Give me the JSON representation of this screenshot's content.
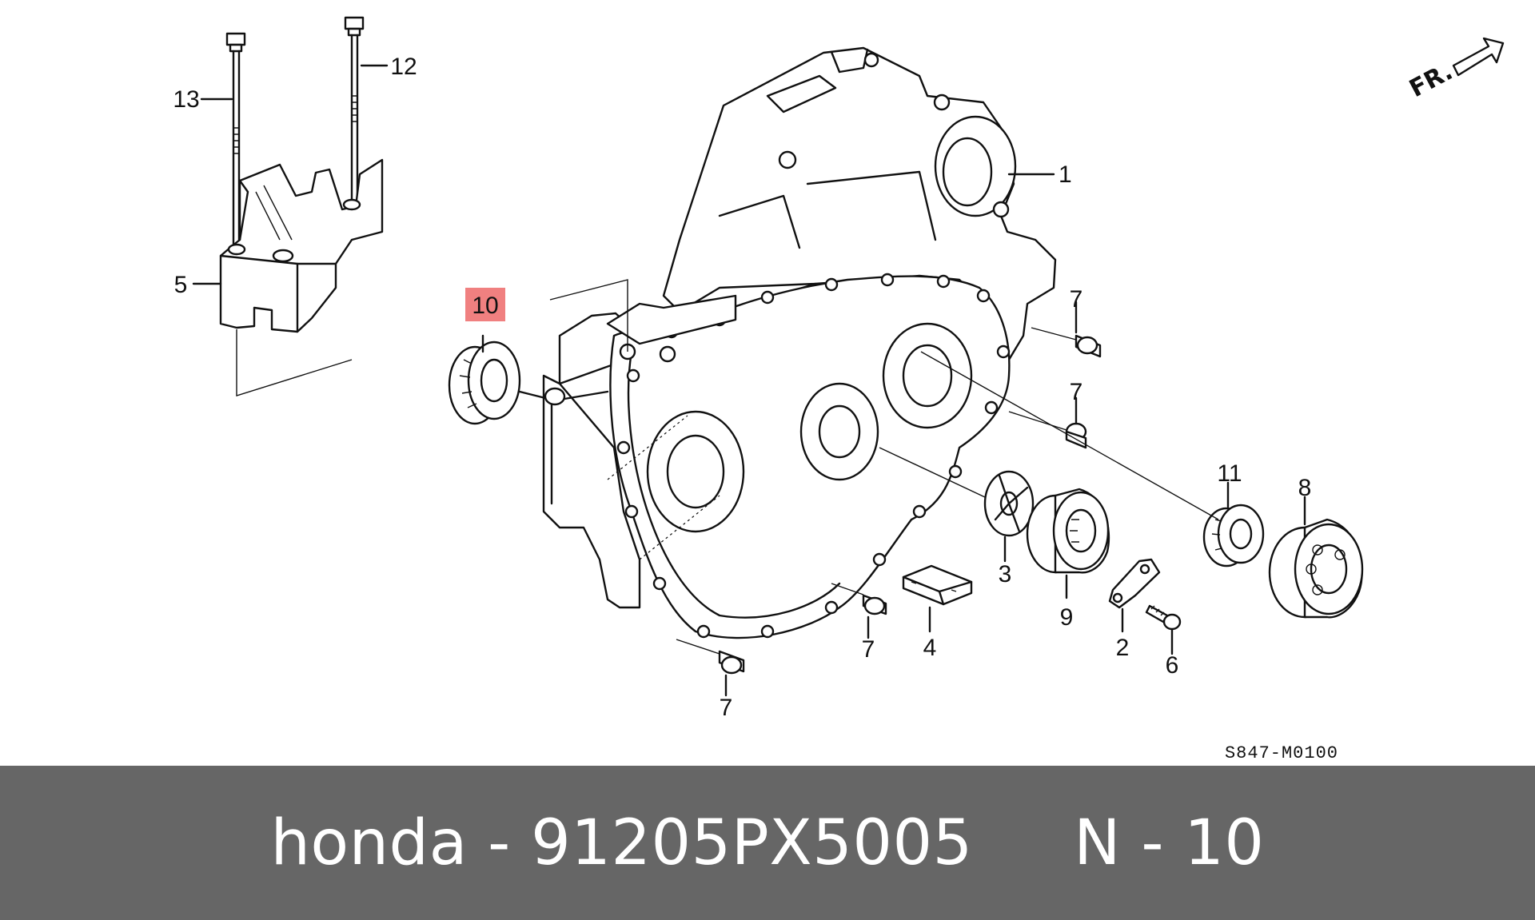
{
  "diagram": {
    "callouts": {
      "c1": "1",
      "c2": "2",
      "c3": "3",
      "c4": "4",
      "c5": "5",
      "c6": "6",
      "c7": "7",
      "c8": "8",
      "c9": "9",
      "c10": "10",
      "c11": "11",
      "c12": "12",
      "c13": "13"
    },
    "highlight_color": "#f08080",
    "direction_label": "FR.",
    "diagram_code": "S847-M0100"
  },
  "footer": {
    "text": "honda - 91205PX5005     N - 10",
    "background": "#666666"
  }
}
